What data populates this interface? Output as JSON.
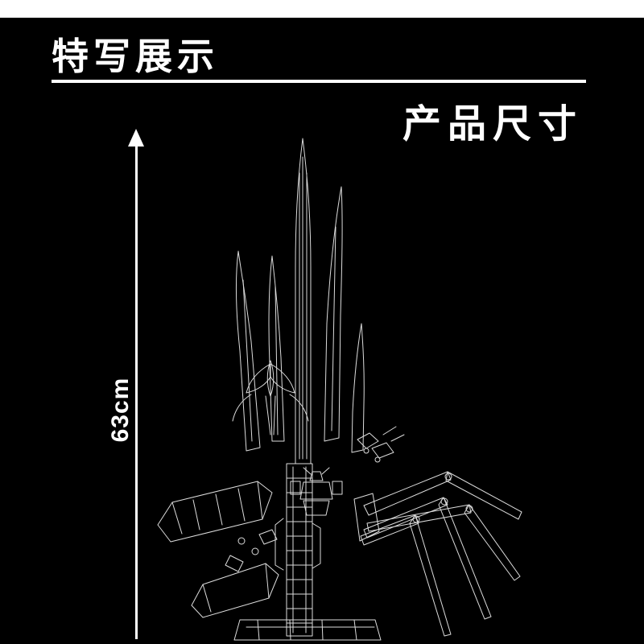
{
  "colors": {
    "background": "#000000",
    "top_strip": "#ffffff",
    "text": "#ffffff",
    "line_art": "#dcdcdc"
  },
  "header": {
    "title": "特写展示"
  },
  "section": {
    "title": "产品尺寸"
  },
  "dimension": {
    "height_label": "63cm"
  }
}
